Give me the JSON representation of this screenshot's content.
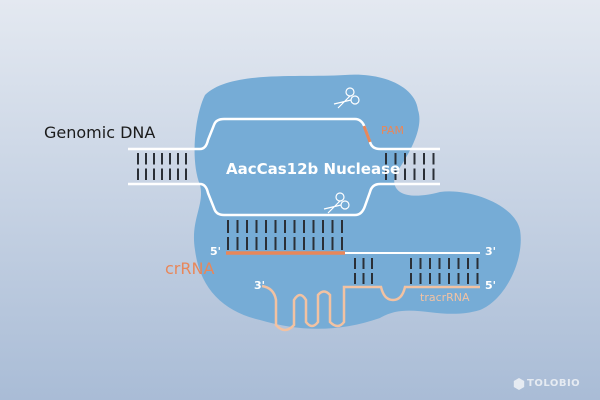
{
  "labels": {
    "genomic_dna": "Genomic DNA",
    "nuclease": "AacCas12b Nuclease",
    "pam": "PAM",
    "crrna": "crRNA",
    "tracrrna": "tracrRNA",
    "five_prime": "5'",
    "three_prime": "3'"
  },
  "logo": "TOLOBIO",
  "colors": {
    "protein": "#76acd6",
    "rna": "#e8875a",
    "tracr": "#f2c2a2",
    "strand": "#ffffff",
    "rung": "#2a2f36"
  }
}
